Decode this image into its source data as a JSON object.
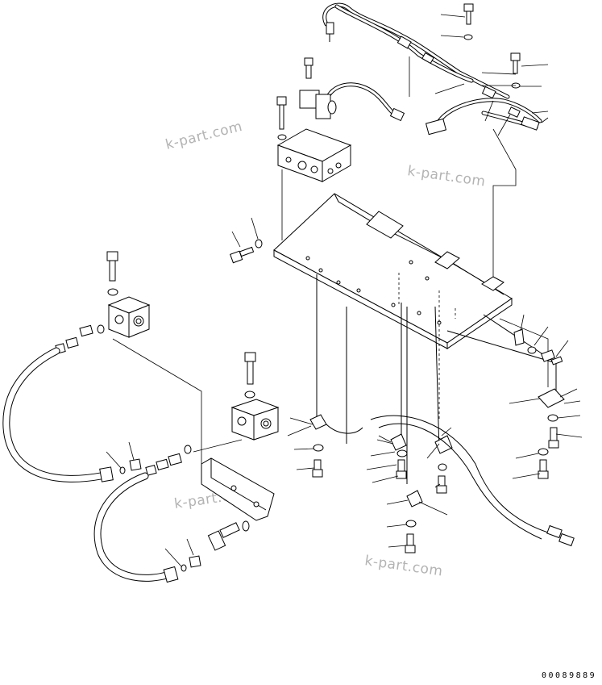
{
  "watermarks": [
    "k-part.com",
    "k-part.com",
    "k-part.com",
    "k-part.com"
  ],
  "drawing_code": "00089889"
}
